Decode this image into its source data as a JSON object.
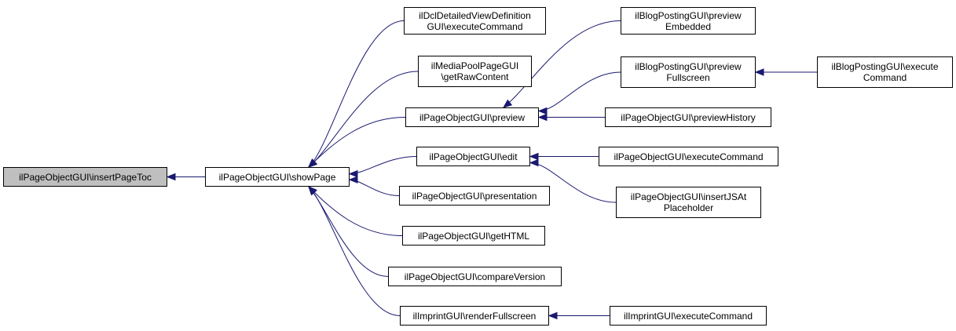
{
  "graph": {
    "colors": {
      "edge": "#191970",
      "node_border": "#000000",
      "root_fill": "#bfbfbf",
      "node_fill": "#ffffff"
    },
    "nodes": {
      "insertPageToc": "ilPageObjectGUI\\insertPageToc",
      "showPage": "ilPageObjectGUI\\showPage",
      "dclExec": "ilDclDetailedViewDefinition\nGUI\\executeCommand",
      "mediaPool": "ilMediaPoolPageGUI\n\\getRawContent",
      "preview": "ilPageObjectGUI\\preview",
      "edit": "ilPageObjectGUI\\edit",
      "presentation": "ilPageObjectGUI\\presentation",
      "getHTML": "ilPageObjectGUI\\getHTML",
      "compareVersion": "ilPageObjectGUI\\compareVersion",
      "renderFullscreen": "ilImprintGUI\\renderFullscreen",
      "blogEmbedded": "ilBlogPostingGUI\\preview\nEmbedded",
      "blogFullscreen": "ilBlogPostingGUI\\preview\nFullscreen",
      "previewHistory": "ilPageObjectGUI\\previewHistory",
      "executeCommand": "ilPageObjectGUI\\executeCommand",
      "insertJSAt": "ilPageObjectGUI\\insertJSAt\nPlaceholder",
      "imprintExec": "ilImprintGUI\\executeCommand",
      "blogExec": "ilBlogPostingGUI\\execute\nCommand"
    },
    "edges": [
      [
        "insertPageToc",
        "showPage"
      ],
      [
        "showPage",
        "dclExec"
      ],
      [
        "showPage",
        "mediaPool"
      ],
      [
        "showPage",
        "preview"
      ],
      [
        "showPage",
        "edit"
      ],
      [
        "showPage",
        "presentation"
      ],
      [
        "showPage",
        "getHTML"
      ],
      [
        "showPage",
        "compareVersion"
      ],
      [
        "showPage",
        "renderFullscreen"
      ],
      [
        "preview",
        "blogEmbedded"
      ],
      [
        "preview",
        "blogFullscreen"
      ],
      [
        "preview",
        "previewHistory"
      ],
      [
        "edit",
        "executeCommand"
      ],
      [
        "edit",
        "insertJSAt"
      ],
      [
        "renderFullscreen",
        "imprintExec"
      ],
      [
        "blogFullscreen",
        "blogExec"
      ]
    ]
  }
}
